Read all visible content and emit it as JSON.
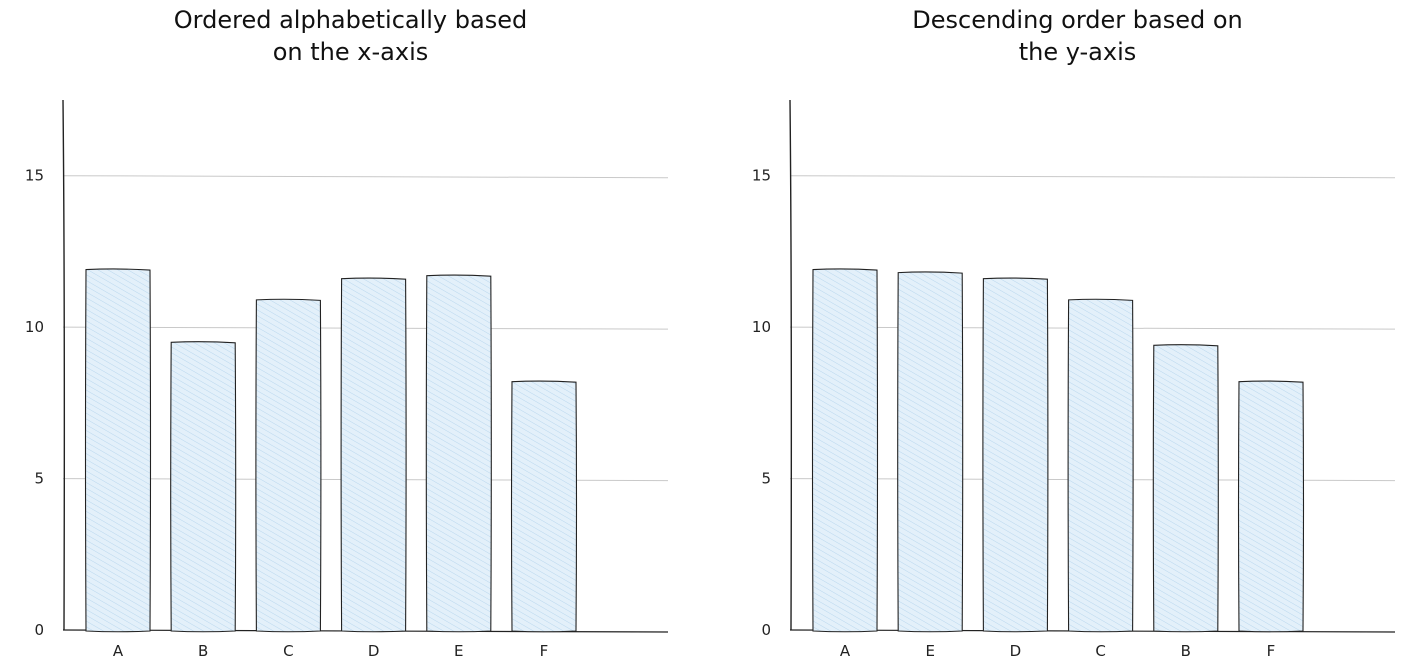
{
  "chart_data": [
    {
      "type": "bar",
      "title_lines": [
        "Ordered alphabetically based",
        "on the x-axis"
      ],
      "categories": [
        "A",
        "B",
        "C",
        "D",
        "E",
        "F"
      ],
      "values": [
        11.9,
        9.5,
        10.9,
        11.6,
        11.7,
        8.2
      ],
      "xlabel": "",
      "ylabel": "",
      "ylim": [
        0,
        17.5
      ],
      "yticks": [
        0,
        5,
        10,
        15
      ],
      "grid": true,
      "bar_fill": "#e3f0fa",
      "bar_hatch": "#b9d7ee",
      "bar_stroke": "#222222"
    },
    {
      "type": "bar",
      "title_lines": [
        "Descending order based on",
        "the y-axis"
      ],
      "categories": [
        "A",
        "E",
        "D",
        "C",
        "B",
        "F"
      ],
      "values": [
        11.9,
        11.8,
        11.6,
        10.9,
        9.4,
        8.2
      ],
      "xlabel": "",
      "ylabel": "",
      "ylim": [
        0,
        17.5
      ],
      "yticks": [
        0,
        5,
        10,
        15
      ],
      "grid": true,
      "bar_fill": "#e3f0fa",
      "bar_hatch": "#b9d7ee",
      "bar_stroke": "#222222"
    }
  ]
}
